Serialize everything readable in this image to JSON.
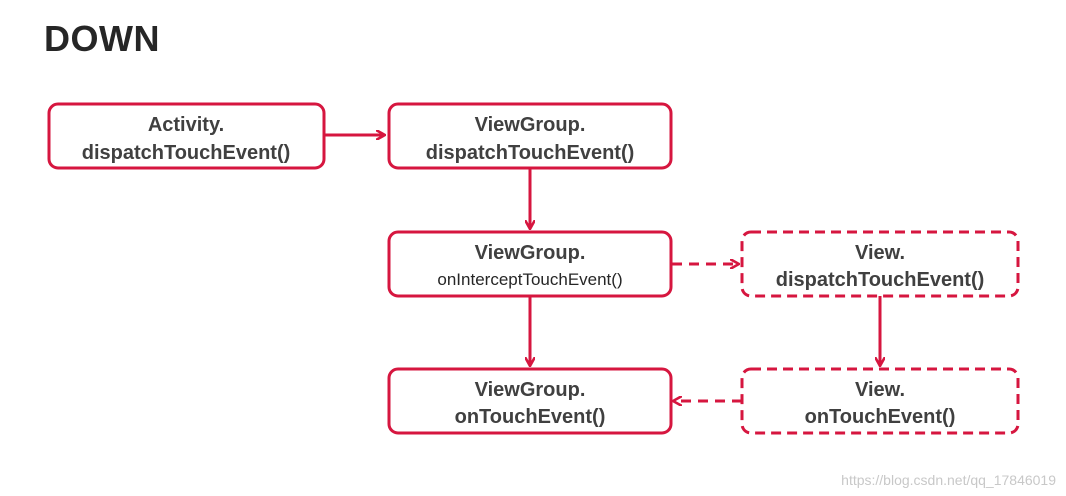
{
  "title": "DOWN",
  "colors": {
    "accent": "#d6163f",
    "text": "#404040"
  },
  "nodes": {
    "activity_dispatch": {
      "line1": "Activity.",
      "line2": "dispatchTouchEvent()"
    },
    "viewgroup_dispatch": {
      "line1": "ViewGroup.",
      "line2": "dispatchTouchEvent()"
    },
    "viewgroup_intercept": {
      "line1": "ViewGroup.",
      "line2": "onInterceptTouchEvent()"
    },
    "view_dispatch": {
      "line1": "View.",
      "line2": "dispatchTouchEvent()"
    },
    "viewgroup_ontouch": {
      "line1": "ViewGroup.",
      "line2": "onTouchEvent()"
    },
    "view_ontouch": {
      "line1": "View.",
      "line2": "onTouchEvent()"
    }
  },
  "watermark": "https://blog.csdn.net/qq_17846019"
}
